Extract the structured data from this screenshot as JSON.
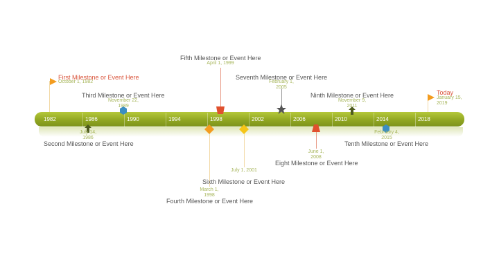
{
  "axis": {
    "years": [
      "1982",
      "1986",
      "1990",
      "1994",
      "1998",
      "2002",
      "2006",
      "2010",
      "2014",
      "2018"
    ]
  },
  "milestones": [
    {
      "title": "First Milestone or Event Here",
      "date": "October 1, 1982"
    },
    {
      "title": "Second Milestone or Event Here",
      "date": "July 14, 1986"
    },
    {
      "title": "Third Milestone or Event Here",
      "date": "November 22, 1989"
    },
    {
      "title": "Fourth Milestone or Event Here",
      "date": "March 1, 1998"
    },
    {
      "title": "Fifth Milestone or Event Here",
      "date": "April 1, 1999"
    },
    {
      "title": "Sixth Milestone or Event Here",
      "date": "July 1, 2001"
    },
    {
      "title": "Seventh Milestone or Event Here",
      "date": "February 1, 2005"
    },
    {
      "title": "Eight Milestone or Event Here",
      "date": "June 1, 2008"
    },
    {
      "title": "Ninth Milestone or Event Here",
      "date": "November 9, 2011"
    },
    {
      "title": "Tenth Milestone or Event Here",
      "date": "February 4, 2015"
    }
  ],
  "today": {
    "title": "Today",
    "date": "January 15, 2019"
  },
  "colors": {
    "bar": "#8ea421",
    "accent_red": "#d9533a",
    "orange": "#f39c1f",
    "blue": "#3b8ec2",
    "yellow": "#f5c518",
    "dark": "#4d5a1e",
    "gray": "#555555"
  }
}
